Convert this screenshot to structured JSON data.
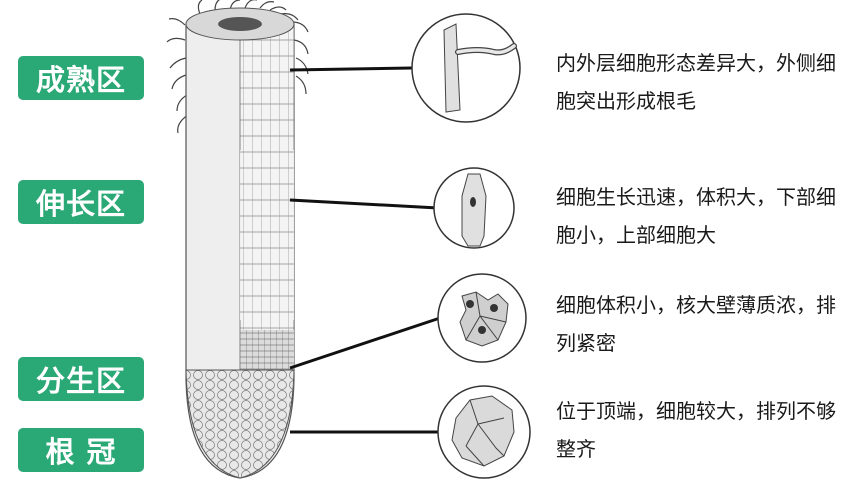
{
  "zones": [
    {
      "label": "成熟区",
      "description": "内外层细胞形态差异大，外侧细胞突出形成根毛",
      "cell_icon": "root-hair-cell-icon"
    },
    {
      "label": "伸长区",
      "description": "细胞生长迅速，体积大，下部细胞小，上部细胞大",
      "cell_icon": "elongated-cell-icon"
    },
    {
      "label": "分生区",
      "description": "细胞体积小，核大壁薄质浓，排列紧密",
      "cell_icon": "meristem-cells-icon"
    },
    {
      "label": "根 冠",
      "description": "位于顶端，细胞较大，排列不够整齐",
      "cell_icon": "root-cap-cells-icon"
    }
  ],
  "colors": {
    "label_bg": "#2aa876",
    "label_text": "#ffffff",
    "line": "#111111"
  }
}
